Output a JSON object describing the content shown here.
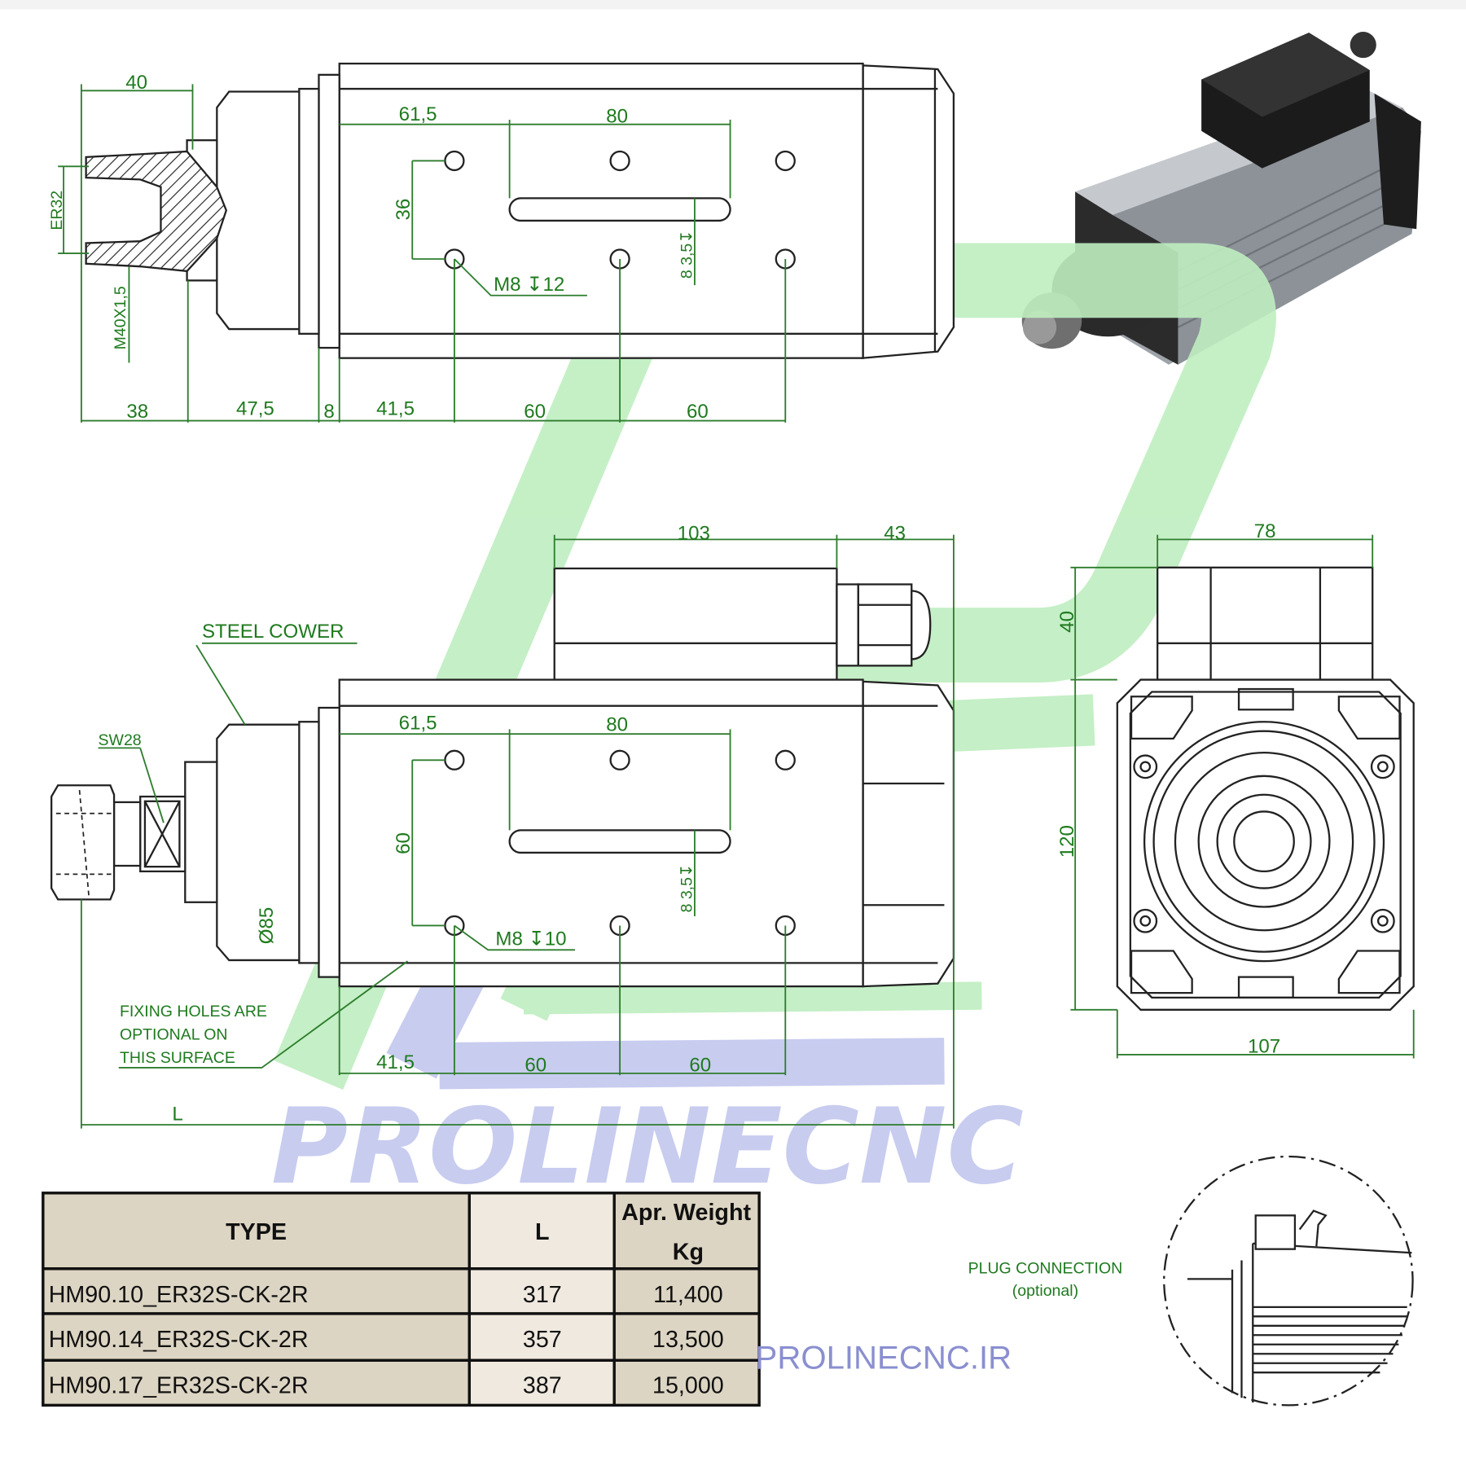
{
  "top_view": {
    "dim_40": "40",
    "er32": "ER32",
    "m40": "M40X1,5",
    "dim_38": "38",
    "dim_47_5": "47,5",
    "dim_8": "8",
    "dim_41_5": "41,5",
    "dim_60a": "60",
    "dim_60b": "60",
    "dim_61_5": "61,5",
    "dim_80": "80",
    "dim_36": "36",
    "hole_note": "M8 ↧12",
    "slot_note": "8  3,5↧"
  },
  "side_view": {
    "dim_103": "103",
    "dim_43": "43",
    "steel_cover": "STEEL COWER",
    "sw28": "SW28",
    "dia85": "Ø85",
    "dim_61_5": "61,5",
    "dim_80": "80",
    "dim_60v": "60",
    "hole_note": "M8 ↧10",
    "slot_note": "8  3,5↧",
    "dim_41_5": "41,5",
    "dim_60a": "60",
    "dim_60b": "60",
    "dim_L": "L",
    "fixing_note": [
      "FIXING HOLES ARE",
      "OPTIONAL   ON",
      "THIS SURFACE"
    ]
  },
  "front_view": {
    "dim_78": "78",
    "dim_40": "40",
    "dim_120": "120",
    "dim_107": "107"
  },
  "plug_detail": {
    "title": "PLUG  CONNECTION",
    "subtitle": "(optional)"
  },
  "table": {
    "headers": [
      "TYPE",
      "L",
      "Apr. Weight",
      "Kg"
    ],
    "rows": [
      [
        "HM90.10_ER32S-CK-2R",
        "317",
        "11,400"
      ],
      [
        "HM90.14_ER32S-CK-2R",
        "357",
        "13,500"
      ],
      [
        "HM90.17_ER32S-CK-2R",
        "387",
        "15,000"
      ]
    ]
  },
  "watermark": {
    "logo_text": "PROLINECNC",
    "url": "PROLINECNC.IR"
  },
  "colors": {
    "dimension": "#1f7a1f",
    "table_fill": "#ddd5c3",
    "watermark_green": "#bfeec0",
    "watermark_blue": "#c3c7ee"
  }
}
